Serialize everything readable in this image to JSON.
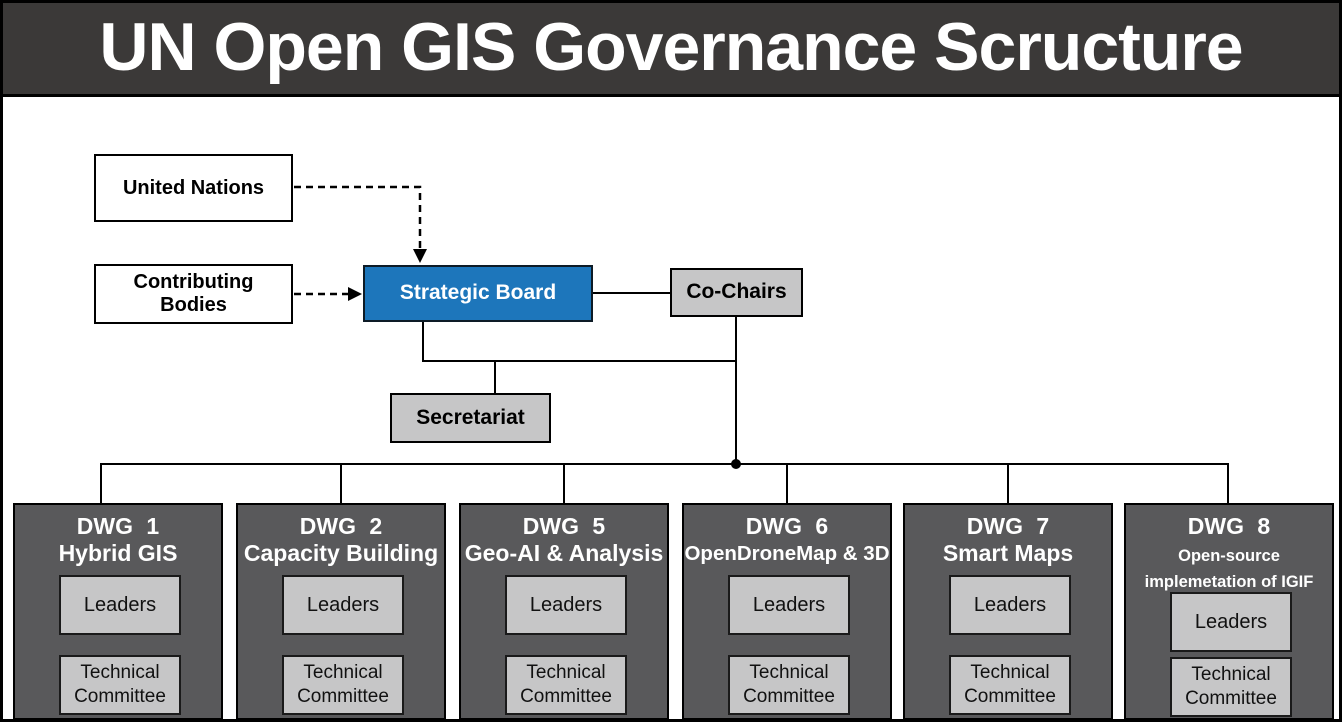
{
  "header": {
    "title": "UN Open GIS Governance Scructure"
  },
  "colors": {
    "header_bg": "#3b3938",
    "strategic_board_blue": "#1d76bb",
    "gray_box": "#c6c6c7",
    "dwg_dark_gray": "#59595b",
    "line_black": "#000000"
  },
  "org": {
    "external_bodies": {
      "united_nations": {
        "label": "United Nations"
      },
      "contributing_bodies": {
        "label": "Contributing Bodies"
      }
    },
    "strategic_board": {
      "label": "Strategic Board"
    },
    "co_chairs": {
      "label": "Co-Chairs"
    },
    "secretariat": {
      "label": "Secretariat"
    },
    "dwgs": [
      {
        "id": "DWG 1",
        "name": "Hybrid GIS",
        "leaders_label": "Leaders",
        "technical_label": "Technical Committee"
      },
      {
        "id": "DWG 2",
        "name": "Capacity Building",
        "leaders_label": "Leaders",
        "technical_label": "Technical Committee"
      },
      {
        "id": "DWG 5",
        "name": "Geo-AI & Analysis",
        "leaders_label": "Leaders",
        "technical_label": "Technical Committee"
      },
      {
        "id": "DWG 6",
        "name": "OpenDroneMap & 3D",
        "leaders_label": "Leaders",
        "technical_label": "Technical Committee"
      },
      {
        "id": "DWG 7",
        "name": "Smart Maps",
        "leaders_label": "Leaders",
        "technical_label": "Technical Committee"
      },
      {
        "id": "DWG 8",
        "name": "Open-source",
        "name_line2": "implemetation of IGIF",
        "leaders_label": "Leaders",
        "technical_label": "Technical Committee"
      }
    ]
  }
}
